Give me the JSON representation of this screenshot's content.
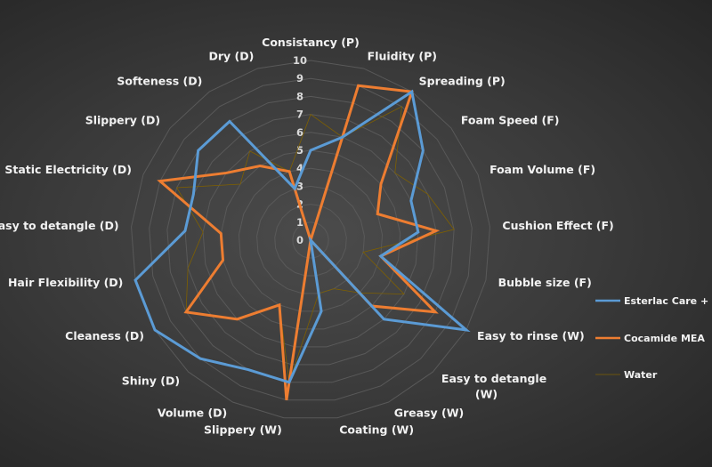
{
  "chart_data": {
    "type": "radar",
    "title": "",
    "categories": [
      "Consistancy (P)",
      "Fluidity (P)",
      "Spreading (P)",
      "Foam Speed (F)",
      "Foam Volume (F)",
      "Cushion Effect (F)",
      "Bubble size (F)",
      "Easy to rinse (W)",
      "Easy to detangle (W)",
      "Greasy (W)",
      "Coating (W)",
      "Slippery (W)",
      "Volume (D)",
      "Shiny (D)",
      "Cleaness (D)",
      "Hair Flexibility (D)",
      "Easy to detangle (D)",
      "Static Electricity (D)",
      "Slippery (D)",
      "Softeness (D)",
      "Dry (D)"
    ],
    "rlim": [
      0,
      10
    ],
    "ticks": [
      "0",
      "1",
      "2",
      "3",
      "4",
      "5",
      "6",
      "7",
      "8",
      "9",
      "10"
    ],
    "grid": true,
    "legend_position": "right",
    "series": [
      {
        "name": "Esterlac Care +",
        "color": "#5b9bd5",
        "values": [
          5,
          6,
          10,
          8,
          6,
          6,
          4,
          10,
          6,
          0,
          4,
          8,
          8,
          9,
          10,
          10,
          7,
          7,
          8,
          8,
          3
        ]
      },
      {
        "name": "Cocamide MEA",
        "color": "#ed7d31",
        "values": [
          0,
          9,
          10,
          5,
          4,
          7,
          4,
          8,
          5,
          0,
          0,
          9,
          4,
          6,
          8,
          5,
          5,
          9,
          6,
          5,
          4
        ]
      },
      {
        "name": "Water",
        "color": "#7f6000",
        "values": [
          7,
          6,
          9,
          6,
          7,
          8,
          3,
          6,
          4,
          3,
          3,
          8,
          4,
          6,
          8,
          7,
          6,
          8,
          5,
          6,
          4
        ]
      }
    ]
  }
}
